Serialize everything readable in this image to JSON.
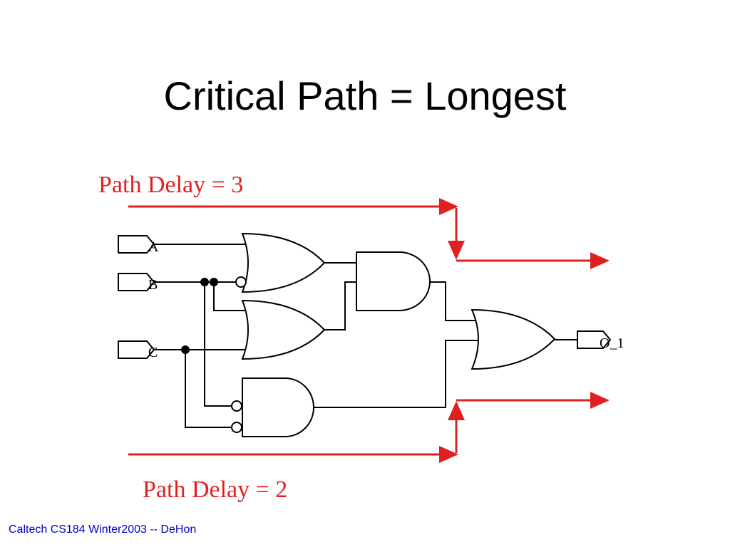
{
  "slide": {
    "title": "Critical Path = Longest",
    "footer": "Caltech CS184 Winter2003 -- DeHon"
  },
  "diagram": {
    "inputs": [
      "A",
      "B",
      "C"
    ],
    "output": "O_1",
    "annotations": {
      "path_delay_top": "Path Delay = 3",
      "path_delay_bottom": "Path Delay = 2"
    },
    "colors": {
      "wire": "#000000",
      "path_highlight": "#e02020",
      "footer": "#0000cc"
    }
  }
}
